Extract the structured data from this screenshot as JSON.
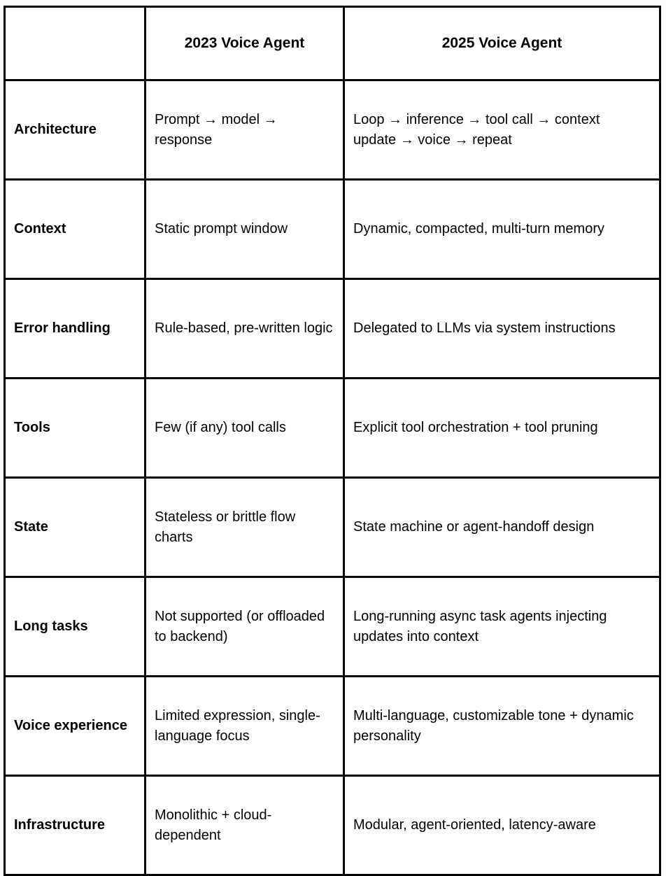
{
  "table": {
    "columns": [
      {
        "key": "aspect",
        "label": ""
      },
      {
        "key": "agent_2023",
        "label": "2023 Voice Agent"
      },
      {
        "key": "agent_2025",
        "label": "2025 Voice Agent"
      }
    ],
    "rows": [
      {
        "aspect": "Architecture",
        "agent_2023": "Prompt → model → response",
        "agent_2025": "Loop → inference → tool call → context update → voice → repeat"
      },
      {
        "aspect": "Context",
        "agent_2023": "Static prompt window",
        "agent_2025": "Dynamic, compacted, multi-turn memory"
      },
      {
        "aspect": "Error handling",
        "agent_2023": "Rule-based, pre-written logic",
        "agent_2025": "Delegated to LLMs via system instructions"
      },
      {
        "aspect": "Tools",
        "agent_2023": "Few (if any) tool calls",
        "agent_2025": "Explicit tool orchestration + tool pruning"
      },
      {
        "aspect": "State",
        "agent_2023": "Stateless or brittle flow charts",
        "agent_2025": "State machine or agent-handoff design"
      },
      {
        "aspect": "Long tasks",
        "agent_2023": "Not supported (or offloaded to backend)",
        "agent_2025": "Long-running async task agents injecting updates into context"
      },
      {
        "aspect": "Voice experience",
        "agent_2023": "Limited expression, single-language focus",
        "agent_2025": "Multi-language, customizable tone + dynamic personality"
      },
      {
        "aspect": "Infrastructure",
        "agent_2023": "Monolithic + cloud-dependent",
        "agent_2025": "Modular, agent-oriented, latency-aware"
      }
    ]
  },
  "colors": {
    "page_background": "#fcfcfc",
    "cell_background": "#ffffff",
    "border": "#000000",
    "text": "#000000"
  }
}
